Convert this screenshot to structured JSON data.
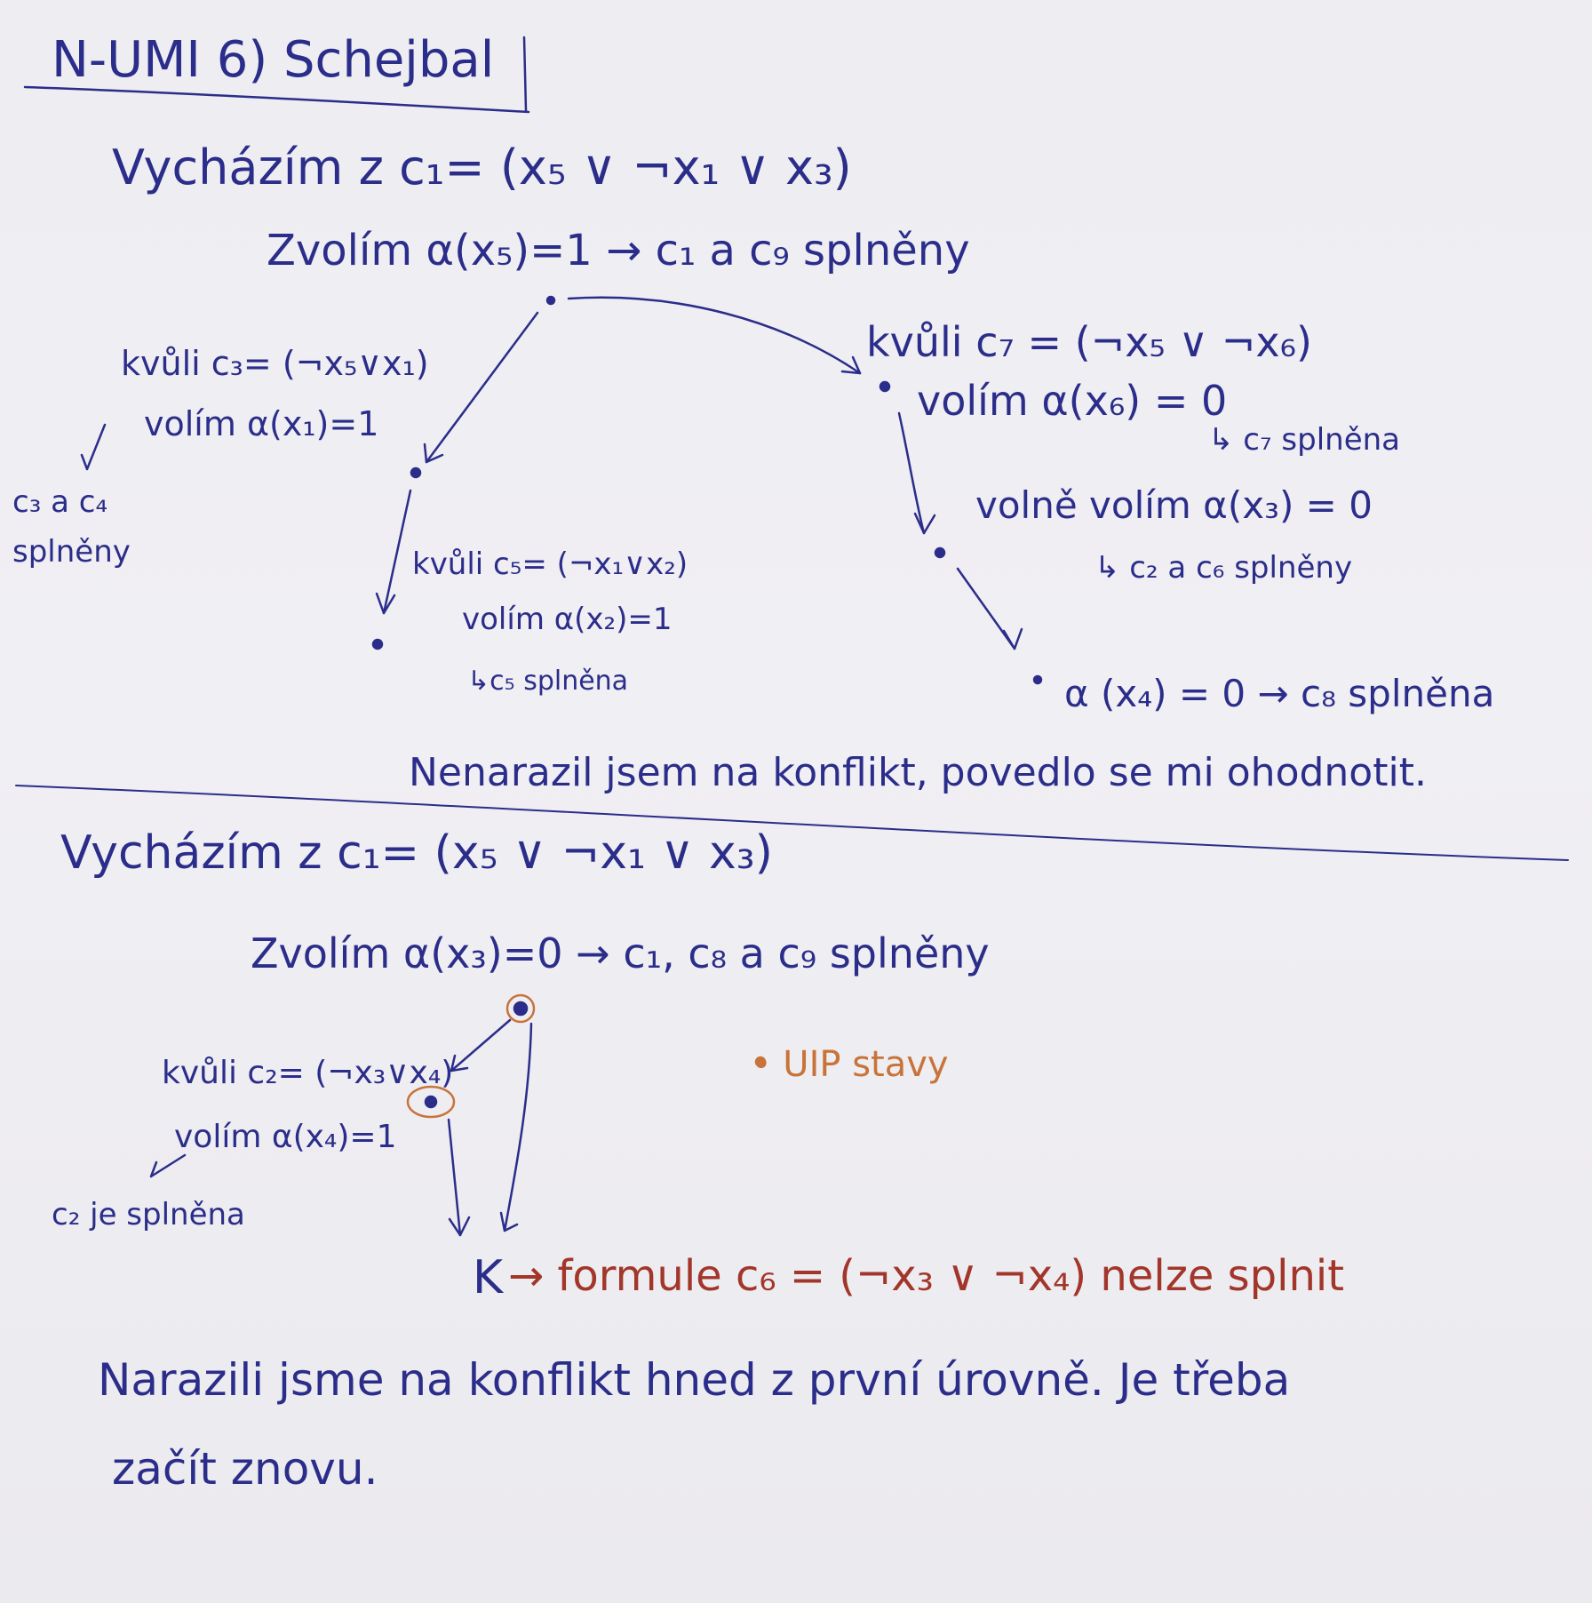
{
  "colors": {
    "ink": "#2b2d8a",
    "red_ink": "#a2362a",
    "orange_ink": "#c8733a",
    "paper": "#eeedf1"
  },
  "header": {
    "title": "N-UMI 6) Schejbal"
  },
  "part1": {
    "start": "Vycházím z c₁= (x₅ ∨ ¬x₁ ∨ x₃)",
    "choice": "Zvolím α(x₅)=1 → c₁ a c₉ splněny",
    "left_branch": {
      "reason": "kvůli c₃= (¬x₅∨x₁)",
      "choice": "volím α(x₁)=1",
      "result_line1": "c₃ a c₄",
      "result_line2": "splněny"
    },
    "left_sub": {
      "reason": "kvůli c₅= (¬x₁∨x₂)",
      "choice": "volím α(x₂)=1",
      "result": "↳c₅ splněna"
    },
    "right_branch": {
      "reason": "kvůli c₇ = (¬x₅ ∨ ¬x₆)",
      "choice": "volím α(x₆) = 0",
      "result": "↳ c₇ splněna"
    },
    "right_sub": {
      "choice": "volně volím α(x₃) = 0",
      "result": "↳ c₂ a c₆ splněny"
    },
    "right_leaf": "α (x₄) = 0 → c₈ splněna",
    "conclusion": "Nenarazil jsem na konflikt, povedlo se mi ohodnotit."
  },
  "part2": {
    "start": "Vycházím z c₁= (x₅ ∨ ¬x₁ ∨ x₃)",
    "choice": "Zvolím α(x₃)=0 → c₁, c₈ a c₉ splněny",
    "branch": {
      "reason": "kvůli c₂= (¬x₃∨x₄)",
      "choice": "volím α(x₄)=1",
      "result": "c₂ je splněna"
    },
    "legend": "• UIP stavy",
    "conflict_marker": "K",
    "conflict": "→ formule c₆ = (¬x₃ ∨ ¬x₄) nelze splnit",
    "conclusion_line1": "Narazili jsme na konflikt hned z první úrovně. Je třeba",
    "conclusion_line2": "začít znovu."
  }
}
